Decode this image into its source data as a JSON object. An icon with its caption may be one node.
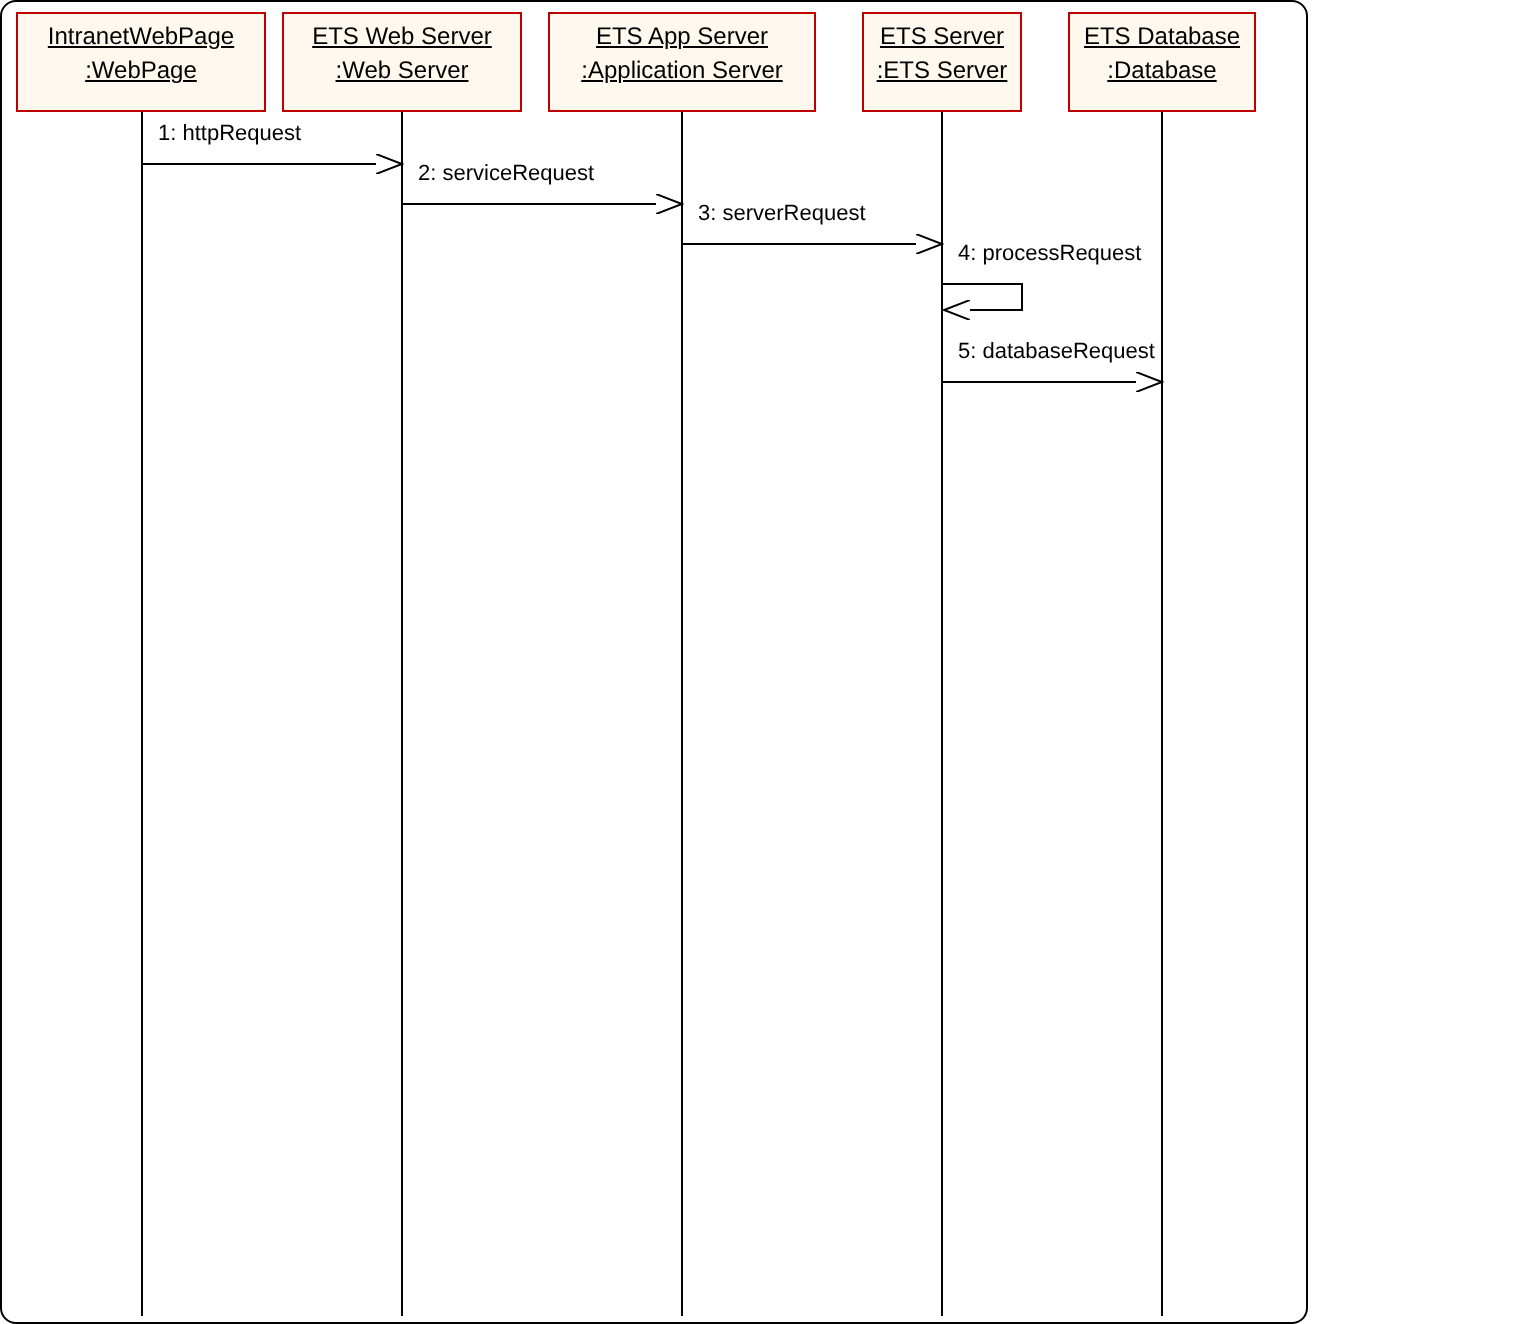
{
  "diagram": {
    "nodes": [
      {
        "text": [
          "IntranetWebPage",
          ":WebPage"
        ]
      },
      {
        "text": [
          "ETS Web Server",
          ":Web Server"
        ]
      },
      {
        "text": [
          "ETS App Server",
          ":Application Server"
        ]
      },
      {
        "text": [
          "ETS Server",
          ":ETS Server"
        ]
      },
      {
        "text": [
          "ETS Database",
          ":Database"
        ]
      }
    ],
    "edges": [
      {
        "from": 0,
        "to": 1,
        "arrow": "to",
        "label": "1: httpRequest"
      },
      {
        "from": 1,
        "to": 2,
        "arrow": "to",
        "label": "2: serviceRequest"
      },
      {
        "from": 2,
        "to": 3,
        "arrow": "to",
        "label": "3: serverRequest"
      },
      {
        "from": 3,
        "to": 3,
        "arrow": "to",
        "label": "4: processRequest"
      },
      {
        "from": 3,
        "to": 4,
        "arrow": "to",
        "label": "5: databaseRequest"
      }
    ]
  }
}
